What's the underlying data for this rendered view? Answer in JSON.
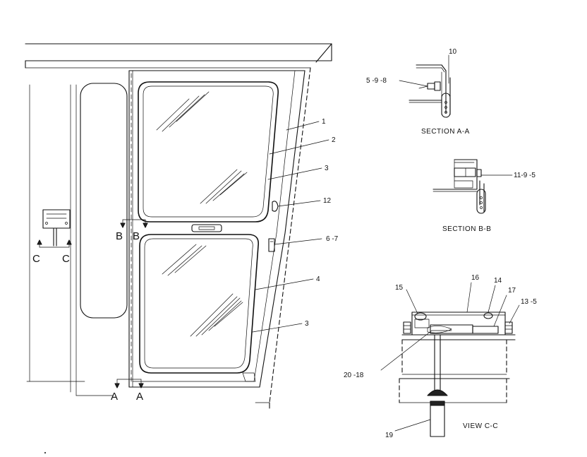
{
  "callouts": {
    "c1": "1",
    "c2": "2",
    "c3a": "3",
    "c3b": "3",
    "c4": "4",
    "c6_7": "6 -7",
    "c12": "12",
    "c10": "10",
    "c5_9_8": "5 -9 -8",
    "c11_9_5": "11-9 -5",
    "c15": "15",
    "c16": "16",
    "c14": "14",
    "c17": "17",
    "c13_5": "13 -5",
    "c20_18": "20  -18",
    "c19": "19"
  },
  "section_marks": {
    "a_left": "A",
    "a_right": "A",
    "b_left": "B",
    "b_right": "B",
    "c_left": "C",
    "c_right": "C"
  },
  "captions": {
    "section_aa": "SECTION  A-A",
    "section_bb": "SECTION  B-B",
    "view_cc": "VIEW  C-C"
  }
}
